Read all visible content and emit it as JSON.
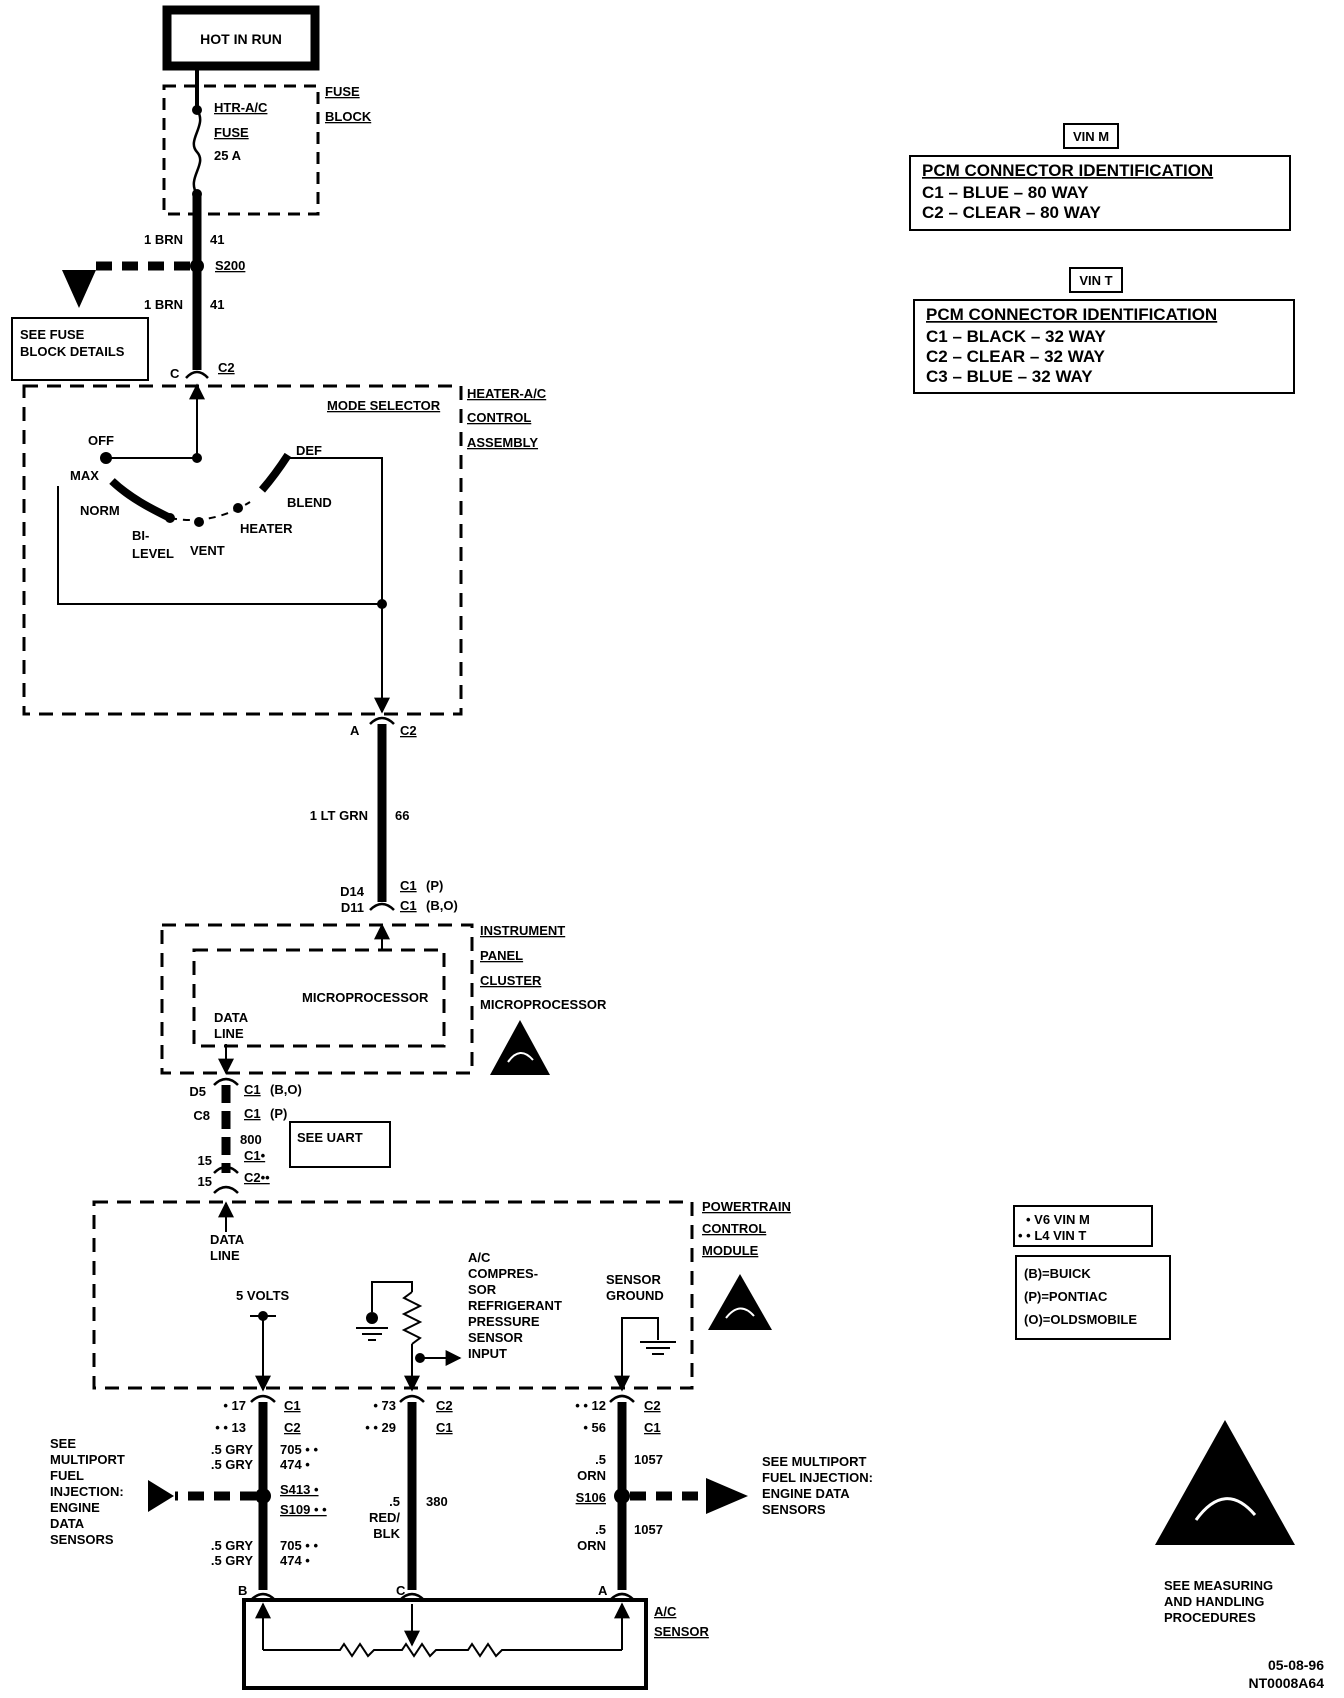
{
  "power_source": "HOT IN RUN",
  "fuse_block": {
    "label": [
      "FUSE",
      "BLOCK"
    ],
    "fuse_name": [
      "HTR-A/C",
      "FUSE"
    ],
    "fuse_rating": "25 A"
  },
  "wire_41_upper": {
    "gauge_color": "1 BRN",
    "circuit": "41"
  },
  "splice_s200": "S200",
  "wire_41_lower": {
    "gauge_color": "1 BRN",
    "circuit": "41"
  },
  "see_fuse_block": [
    "SEE FUSE",
    "BLOCK DETAILS"
  ],
  "hvac_connector": {
    "pin": "C",
    "conn": "C2"
  },
  "hvac_module": {
    "label": [
      "HEATER-A/C",
      "CONTROL",
      "ASSEMBLY"
    ],
    "mode_selector": "MODE SELECTOR",
    "positions": {
      "off": "OFF",
      "max": "MAX",
      "norm": "NORM",
      "bilevel_1": "BI-",
      "bilevel_2": "LEVEL",
      "vent": "VENT",
      "heater": "HEATER",
      "blend": "BLEND",
      "def": "DEF"
    }
  },
  "hvac_out_connector": {
    "pin": "A",
    "conn": "C2"
  },
  "wire_66": {
    "gauge_color": "1 LT GRN",
    "circuit": "66"
  },
  "ipc_in_connector": {
    "pin1": "D14",
    "pin2": "D11",
    "conn1": "C1",
    "variant1": "(P)",
    "conn2": "C1",
    "variant2": "(B,O)"
  },
  "ipc_module": {
    "label": [
      "INSTRUMENT",
      "PANEL",
      "CLUSTER",
      "MICROPROCESSOR"
    ],
    "microprocessor": "MICROPROCESSOR",
    "data_line": [
      "DATA",
      "LINE"
    ]
  },
  "ipc_out_connector": {
    "pin1": "D5",
    "conn1": "C1",
    "variant1": "(B,O)",
    "pin2": "C8",
    "conn2": "C1",
    "variant2": "(P)",
    "circuit": "800"
  },
  "see_uart": "SEE UART",
  "pcm_in_connector": {
    "pin1": "15",
    "conn1": "C1•",
    "pin2": "15",
    "conn2": "C2••"
  },
  "pcm_module": {
    "label": [
      "POWERTRAIN",
      "CONTROL",
      "MODULE"
    ],
    "data_line": [
      "DATA",
      "LINE"
    ],
    "five_volts": "5 VOLTS",
    "pressure_input": [
      "A/C",
      "COMPRES-",
      "SOR",
      "REFRIGERANT",
      "PRESSURE",
      "SENSOR",
      "INPUT"
    ],
    "sensor_ground": [
      "SENSOR",
      "GROUND"
    ]
  },
  "pcm_bottom_left": {
    "pin_a": "• 17",
    "conn_a": "C1",
    "pin_b": "• • 13",
    "conn_b": "C2"
  },
  "pcm_bottom_mid": {
    "pin_a": "• 73",
    "conn_a": "C2",
    "pin_b": "• • 29",
    "conn_b": "C1"
  },
  "pcm_bottom_right": {
    "pin_a": "• • 12",
    "conn_a": "C2",
    "pin_b": "• 56",
    "conn_b": "C1"
  },
  "left_wire": {
    "upper": [
      "705 • •",
      "474 •"
    ],
    "upper_gauge": [
      ".5 GRY",
      ".5 GRY"
    ],
    "splice": [
      "S413 •",
      "S109 • •"
    ],
    "lower": [
      "705 • •",
      "474 •"
    ],
    "lower_gauge": [
      ".5 GRY",
      ".5 GRY"
    ]
  },
  "see_mpfi_left": [
    "SEE",
    "MULTIPORT",
    "FUEL",
    "INJECTION:",
    "ENGINE",
    "DATA",
    "SENSORS"
  ],
  "mid_wire": {
    "gauge": [
      ".5",
      "RED/",
      "BLK"
    ],
    "circuit": "380"
  },
  "right_wire": {
    "upper_gauge": [
      ".5",
      "ORN"
    ],
    "upper_circuit": "1057",
    "splice": "S106",
    "lower_gauge": [
      ".5",
      "ORN"
    ],
    "lower_circuit": "1057"
  },
  "see_mpfi_right": [
    "SEE MULTIPORT",
    "FUEL INJECTION:",
    "ENGINE DATA",
    "SENSORS"
  ],
  "sensor_pins": {
    "b": "B",
    "c": "C",
    "a": "A"
  },
  "ac_sensor": [
    "A/C",
    "SENSOR"
  ],
  "vin_m": {
    "tag": "VIN M",
    "title": "PCM CONNECTOR IDENTIFICATION",
    "rows": [
      "C1 – BLUE    – 80 WAY",
      "C2 – CLEAR  – 80 WAY"
    ]
  },
  "vin_t": {
    "tag": "VIN T",
    "title": "PCM CONNECTOR IDENTIFICATION",
    "rows": [
      "C1 – BLACK – 32 WAY",
      "C2 – CLEAR  – 32 WAY",
      "C3 – BLUE    – 32 WAY"
    ]
  },
  "legend_engine": [
    "• V6 VIN M",
    "• • L4 VIN T"
  ],
  "legend_make": [
    "(B)=BUICK",
    "(P)=PONTIAC",
    "(O)=OLDSMOBILE"
  ],
  "esd_note": [
    "SEE MEASURING",
    "AND HANDLING",
    "PROCEDURES"
  ],
  "footer": {
    "date": "05-08-96",
    "code": "NT0008A64"
  }
}
